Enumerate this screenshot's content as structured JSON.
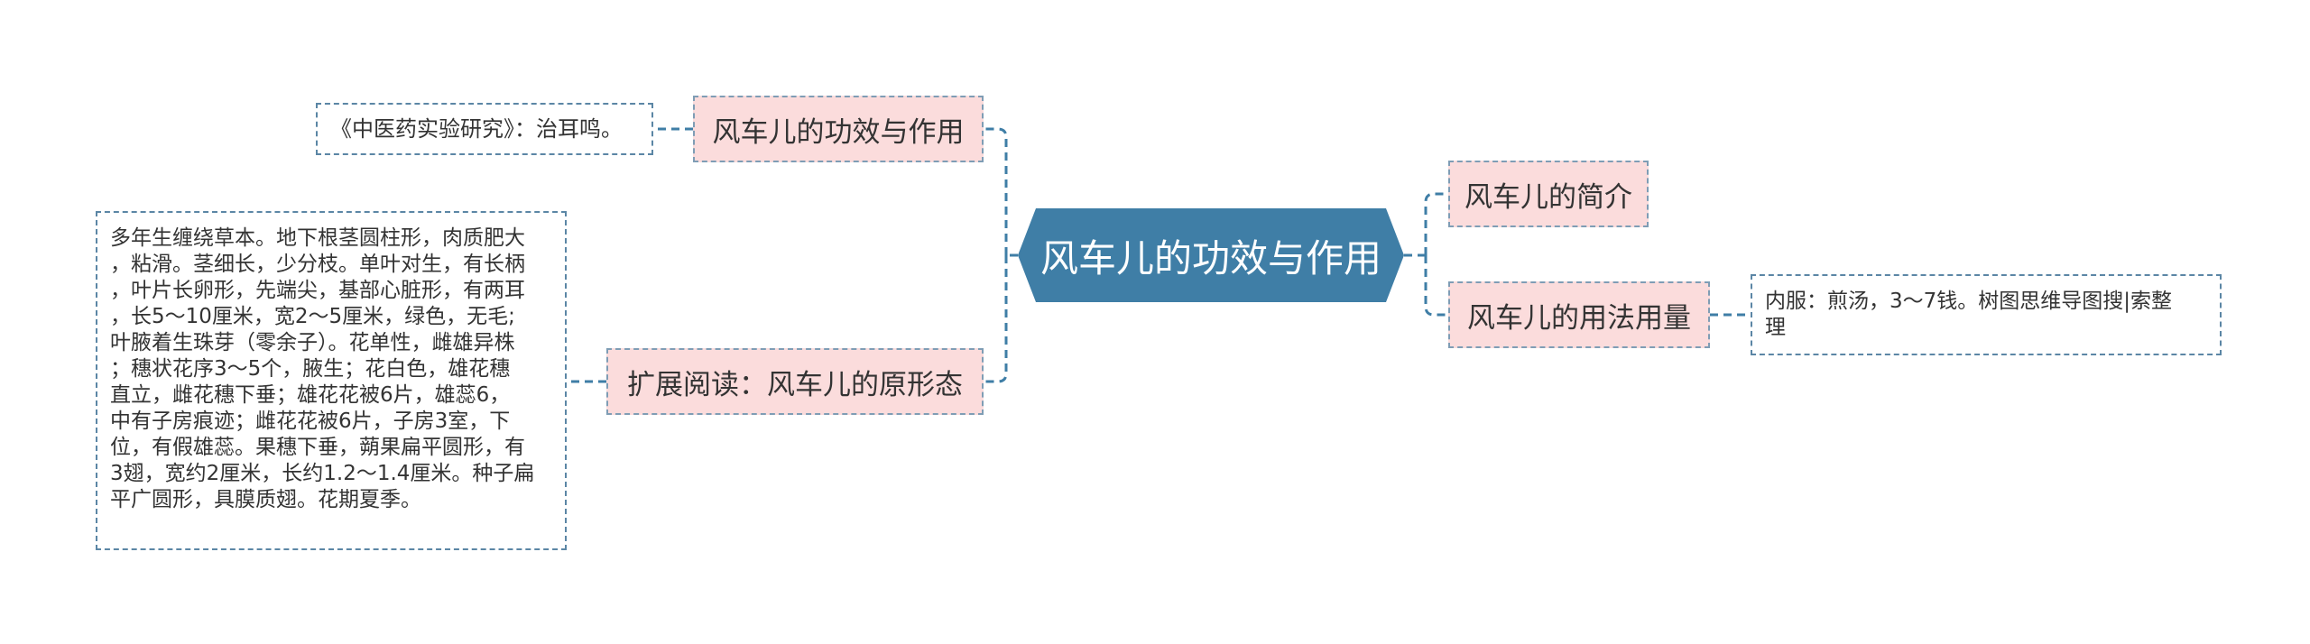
{
  "central": {
    "label": "风车儿的功效与作用"
  },
  "left_topics": [
    {
      "label": "风车儿的功效与作用",
      "leaf": "《中医药实验研究》：治耳鸣。"
    },
    {
      "label": "扩展阅读：风车儿的原形态",
      "leaf_lines": [
        "多年生缠绕草本。地下根茎圆柱形，肉质肥大",
        "，粘滑。茎细长，少分枝。单叶对生，有长柄",
        "，叶片长卵形，先端尖，基部心脏形，有两耳",
        "，长5～10厘米，宽2～5厘米，绿色，无毛;",
        "叶腋着生珠芽（零余子）。花单性，雌雄异株",
        "；穗状花序3～5个，腋生；花白色，雄花穗",
        "直立，雌花穗下垂；雄花花被6片，雄蕊6，",
        "中有子房痕迹；雌花花被6片，子房3室，下",
        "位，有假雄蕊。果穗下垂，蒴果扁平圆形，有",
        "3翅，宽约2厘米，长约1.2～1.4厘米。种子扁",
        "平广圆形，具膜质翅。花期夏季。"
      ]
    }
  ],
  "right_topics": [
    {
      "label": "风车儿的简介"
    },
    {
      "label": "风车儿的用法用量",
      "leaf_lines": [
        "内服：煎汤，3～7钱。树图思维导图搜|索整",
        "理"
      ]
    }
  ],
  "colors": {
    "central_fill": "#3f7ea6",
    "topic_fill": "#fbdcdc",
    "connector": "#3f7ea6"
  }
}
